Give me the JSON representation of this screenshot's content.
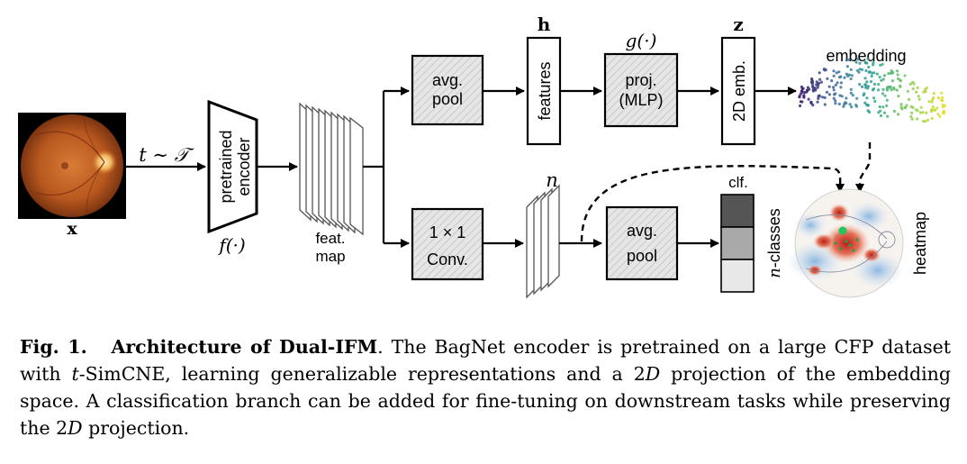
{
  "input": {
    "label": "x",
    "transform": "t ∼ 𝒯"
  },
  "encoder": {
    "label_line1": "pretrained",
    "label_line2": "encoder",
    "function": "f(·)"
  },
  "feature_map": {
    "label_line1": "feat.",
    "label_line2": "map"
  },
  "top_branch": {
    "pool_line1": "avg.",
    "pool_line2": "pool",
    "features_symbol": "h",
    "features_label": "features",
    "proj_symbol": "g(·)",
    "proj_line1": "proj.",
    "proj_line2": "(MLP)",
    "emb_symbol": "z",
    "emb_label": "2D emb.",
    "embedding_label": "embedding"
  },
  "bottom_branch": {
    "conv_line1": "1 × 1",
    "conv_line2": "Conv.",
    "channels_symbol": "n",
    "pool_line1": "avg.",
    "pool_line2": "pool",
    "clf_label": "clf.",
    "classes_prefix": "n",
    "classes_suffix": "-classes",
    "heatmap_label": "heatmap"
  },
  "colors": {
    "box_fill": "#e4e4e4",
    "clf_cells": [
      "#555555",
      "#a9a9a9",
      "#e8e8e8"
    ],
    "embedding_gradient": [
      "#3b1a6b",
      "#3f6fa3",
      "#2ea58d",
      "#8ccf4f",
      "#f4e022"
    ],
    "heatmap_red": "#d23b2b",
    "heatmap_blue": "#9fc3e6"
  },
  "caption": {
    "label": "Fig. 1.",
    "title": "Architecture of Dual-IFM",
    "text1": ". The BagNet encoder is pretrained on a large CFP dataset with ",
    "t": "t",
    "text2": "-SimCNE, learning generalizable representations and a 2",
    "D1": "D",
    "text3": " projection of the embedding space. A classification branch can be added for fine-tuning on downstream tasks while preserving the 2",
    "D2": "D",
    "text4": " projection."
  }
}
